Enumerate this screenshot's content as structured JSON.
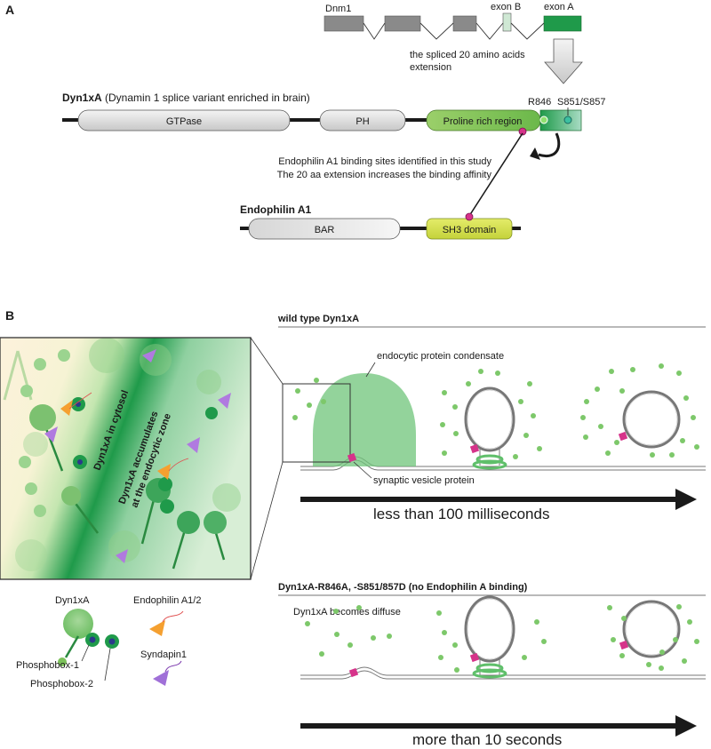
{
  "panel_a": {
    "label": "A",
    "gene": {
      "name": "Dnm1",
      "exon_b": "exon B",
      "exon_a": "exon A",
      "extension_note_line1": "the spliced 20 amino acids",
      "extension_note_line2": "extension"
    },
    "dyn1xa": {
      "title_bold": "Dyn1xA",
      "title_rest": " (Dynamin 1 splice variant enriched in brain)",
      "domains": [
        "GTPase",
        "PH",
        "Proline rich region"
      ],
      "site_r846": "R846",
      "site_s851": "S851/S857"
    },
    "binding_note_line1": "Endophilin A1 binding sites identified in this study",
    "binding_note_line2": "The 20 aa extension increases the binding affinity",
    "endophilin": {
      "title": "Endophilin A1",
      "domains": [
        "BAR",
        "SH3 domain"
      ]
    }
  },
  "panel_b": {
    "label": "B",
    "inset_text_1": "Dyn1xA in cytosol",
    "inset_text_2a": "Dyn1xA accumulates",
    "inset_text_2b": "at the endocytic zone",
    "legend": {
      "dyn1xa": "Dyn1xA",
      "phosphobox1": "Phosphobox-1",
      "phosphobox2": "Phosphobox-2",
      "endophilin": "Endophilin A1/2",
      "syndapin": "Syndapin1"
    },
    "wild_type": {
      "title": "wild type Dyn1xA",
      "condensate_label": "endocytic protein condensate",
      "vesicle_protein_label": "synaptic vesicle protein",
      "timescale": "less than 100 milliseconds"
    },
    "mutant": {
      "title": "Dyn1xA-R846A, -S851/857D (no Endophilin A binding)",
      "diffuse_label": "Dyn1xA becomes diffuse",
      "timescale": "more than 10 seconds"
    }
  },
  "colors": {
    "dark_green": "#1f9a4a",
    "light_green": "#7cc15a",
    "dot_green": "#7dc86a",
    "condensate": "#6fc47a",
    "magenta": "#d6338a",
    "sh3_yellow": "#d8e34a",
    "exon_b": "#cfe8d4"
  }
}
